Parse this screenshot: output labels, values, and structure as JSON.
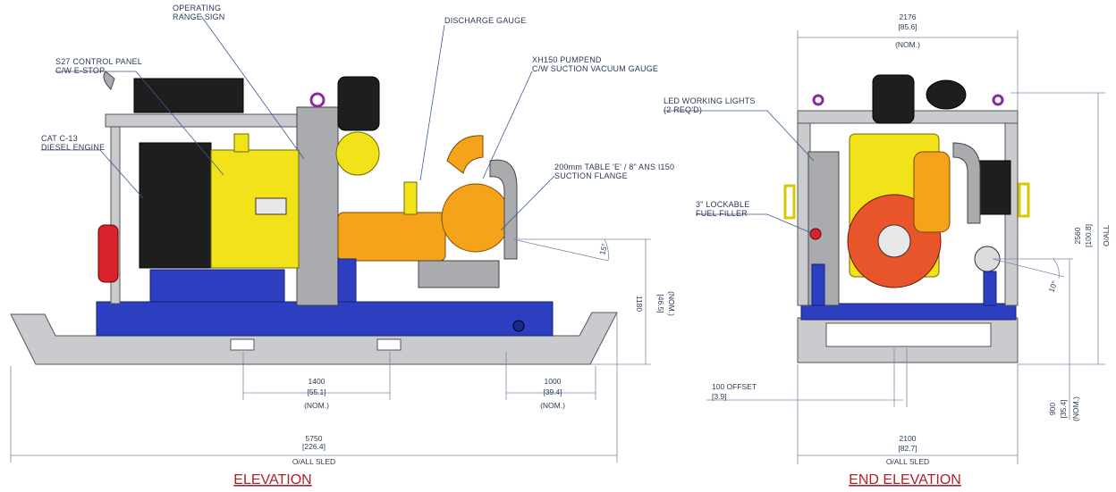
{
  "titles": {
    "elevation": "ELEVATION",
    "end_elevation": "END ELEVATION"
  },
  "callouts": {
    "operating_range_sign": [
      "OPERATING",
      "RANGE SIGN"
    ],
    "discharge_gauge": [
      "DISCHARGE GAUGE"
    ],
    "control_panel": [
      "S27 CONTROL PANEL",
      "C/W E-STOP"
    ],
    "pumpend": [
      "XH150 PUMPEND",
      "C/W SUCTION VACUUM GAUGE"
    ],
    "engine": [
      "CAT C-13",
      "DIESEL ENGINE"
    ],
    "suction_flange": [
      "200mm TABLE 'E' / 8\" ANS I150",
      "SUCTION FLANGE"
    ],
    "led_lights": [
      "LED WORKING LIGHTS",
      "(2 REQ'D)"
    ],
    "fuel_filler": [
      "3\" LOCKABLE",
      "FUEL FILLER"
    ]
  },
  "dimensions": {
    "sled_length": [
      "5750",
      "[226.4]",
      "O/ALL SLED"
    ],
    "centre_1400": [
      "1400",
      "[55.1]",
      "(NOM.)"
    ],
    "offset_1000": [
      "1000",
      "[39.4]",
      "(NOM.)"
    ],
    "height_1180": [
      "1180",
      "[46.5]",
      "(NOM.)"
    ],
    "angle_15_side": "15°",
    "width_2176": [
      "2176",
      "[85.6]",
      "(NOM.)"
    ],
    "offset_100": [
      "100  OFFSET",
      "[3.9]"
    ],
    "sled_width": [
      "2100",
      "[82.7]",
      "O/ALL SLED"
    ],
    "height_2560": [
      "2560",
      "[100.8]",
      "O/ALL"
    ],
    "height_900": [
      "900",
      "[35.4]",
      "(NOM.)"
    ],
    "angle_10_end": "10°"
  },
  "colors": {
    "frame": "#c9cbce",
    "skid_blue": "#2b3fc0",
    "engine_yellow": "#f2e21a",
    "pump_orange": "#f4a31a",
    "title_red": "#b0202a"
  }
}
